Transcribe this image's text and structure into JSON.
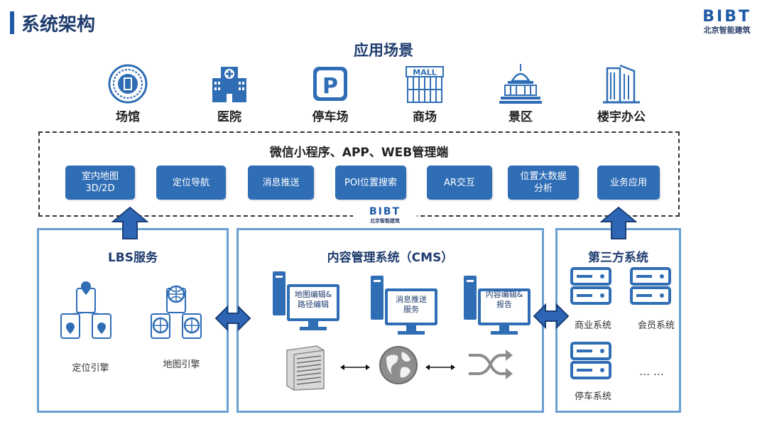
{
  "header": {
    "title": "系统架构",
    "logo_text": "BIBT",
    "logo_sub": "北京智能建筑"
  },
  "scenarios": {
    "title": "应用场景",
    "items": [
      {
        "label": "场馆",
        "icon": "stadium-icon"
      },
      {
        "label": "医院",
        "icon": "hospital-icon"
      },
      {
        "label": "停车场",
        "icon": "parking-icon"
      },
      {
        "label": "商场",
        "icon": "mall-icon"
      },
      {
        "label": "景区",
        "icon": "scenic-icon"
      },
      {
        "label": "楼宇办公",
        "icon": "office-building-icon"
      }
    ]
  },
  "management": {
    "title": "微信小程序、APP、WEB管理端",
    "items": [
      {
        "label": "室内地图\n3D/2D"
      },
      {
        "label": "定位导航"
      },
      {
        "label": "消息推送"
      },
      {
        "label": "POI位置搜索"
      },
      {
        "label": "AR交互"
      },
      {
        "label": "位置大数据\n分析"
      },
      {
        "label": "业务应用"
      }
    ],
    "badge_text": "BIBT",
    "badge_sub": "北京智能建筑"
  },
  "lbs": {
    "title": "LBS服务",
    "items": [
      {
        "label": "定位引擎"
      },
      {
        "label": "地图引擎"
      }
    ]
  },
  "cms": {
    "title": "内容管理系统（CMS）",
    "monitors": [
      {
        "label": "地图编辑&\n路径编辑"
      },
      {
        "label": "消息推送\n服务"
      },
      {
        "label": "内容编辑&\n报告"
      }
    ]
  },
  "third_party": {
    "title": "第三方系统",
    "items": [
      {
        "label": "商业系统"
      },
      {
        "label": "会员系统"
      },
      {
        "label": "停车系统"
      }
    ],
    "more": "… …"
  },
  "colors": {
    "primary": "#2f6db5",
    "panel_border": "#6a9fd3",
    "title": "#1f3c6e",
    "arrow": "#2e66b5"
  }
}
